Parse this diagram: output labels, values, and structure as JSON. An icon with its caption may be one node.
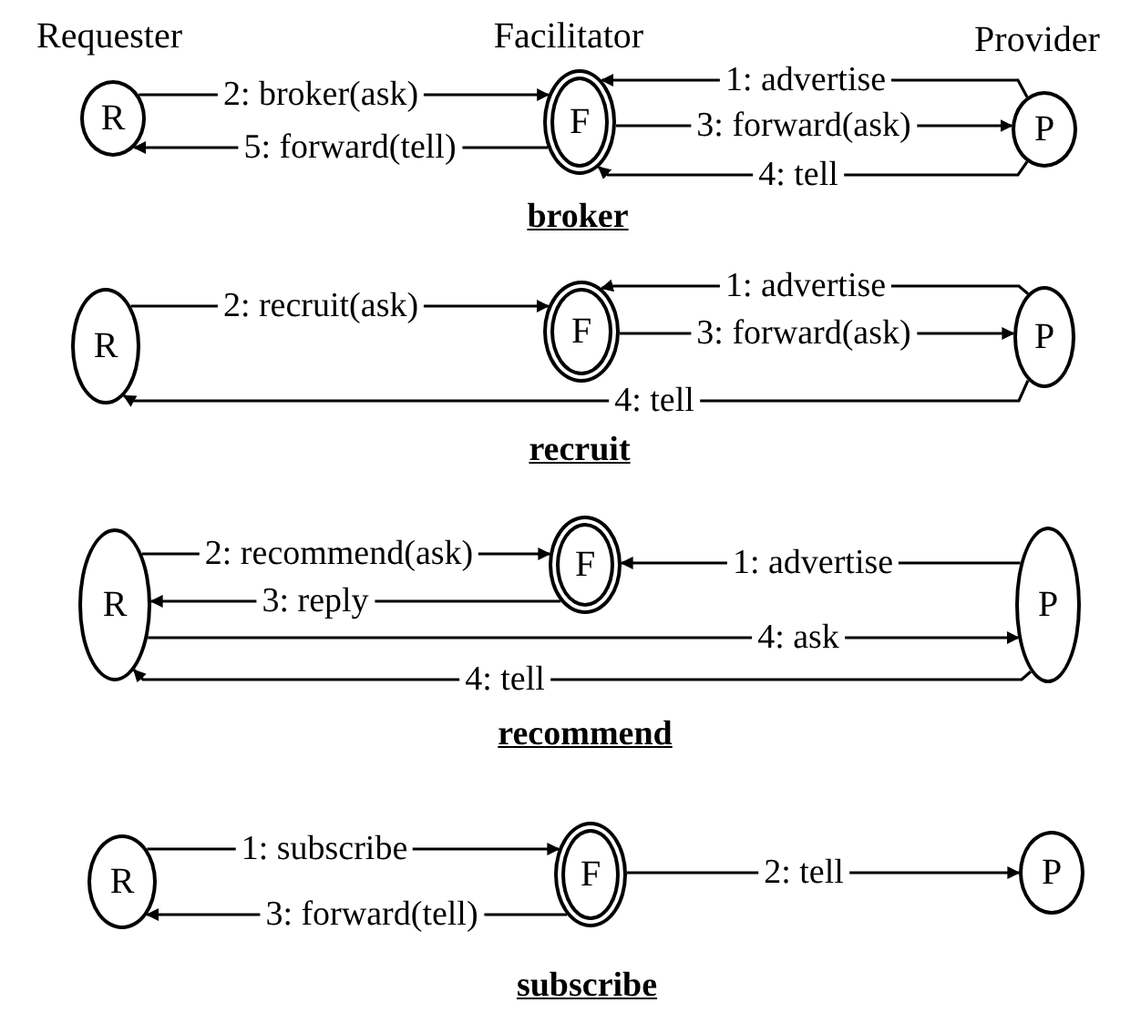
{
  "diagram": {
    "nodes": [
      {
        "text": [
          "R"
        ],
        "beside": [
          "Requester"
        ]
      },
      {
        "text": [
          "F"
        ],
        "beside": [
          "Facilitator"
        ]
      },
      {
        "text": [
          "P"
        ],
        "beside": [
          "Provider"
        ]
      },
      {
        "text": [
          "R"
        ]
      },
      {
        "text": [
          "F"
        ]
      },
      {
        "text": [
          "P"
        ]
      },
      {
        "text": [
          "R"
        ]
      },
      {
        "text": [
          "F"
        ]
      },
      {
        "text": [
          "P"
        ]
      },
      {
        "text": [
          "R"
        ]
      },
      {
        "text": [
          "F"
        ]
      },
      {
        "text": [
          "P"
        ]
      }
    ],
    "edges": [
      {
        "from": 2,
        "to": 1,
        "arrow": "to",
        "label": "1: advertise"
      },
      {
        "from": 0,
        "to": 1,
        "arrow": "to",
        "label": "2: broker(ask)"
      },
      {
        "from": 1,
        "to": 2,
        "arrow": "to",
        "label": "3: forward(ask)"
      },
      {
        "from": 2,
        "to": 1,
        "arrow": "to",
        "label": "4: tell"
      },
      {
        "from": 1,
        "to": 0,
        "arrow": "to",
        "label": "5: forward(tell)"
      },
      {
        "from": 5,
        "to": 4,
        "arrow": "to",
        "label": "1: advertise"
      },
      {
        "from": 3,
        "to": 4,
        "arrow": "to",
        "label": "2: recruit(ask)"
      },
      {
        "from": 4,
        "to": 5,
        "arrow": "to",
        "label": "3: forward(ask)"
      },
      {
        "from": 5,
        "to": 3,
        "arrow": "to",
        "label": "4: tell"
      },
      {
        "from": 6,
        "to": 7,
        "arrow": "to",
        "label": "2: recommend(ask)"
      },
      {
        "from": 8,
        "to": 7,
        "arrow": "to",
        "label": "1: advertise"
      },
      {
        "from": 7,
        "to": 6,
        "arrow": "to",
        "label": "3: reply"
      },
      {
        "from": 6,
        "to": 8,
        "arrow": "to",
        "label": "4: ask"
      },
      {
        "from": 8,
        "to": 6,
        "arrow": "to",
        "label": "4: tell"
      },
      {
        "from": 9,
        "to": 10,
        "arrow": "to",
        "label": "1: subscribe"
      },
      {
        "from": 10,
        "to": 9,
        "arrow": "to",
        "label": "3: forward(tell)"
      },
      {
        "from": 10,
        "to": 11,
        "arrow": "to",
        "label": "2: tell"
      }
    ],
    "labels": [
      "broker",
      "recruit",
      "recommend",
      "subscribe"
    ]
  }
}
